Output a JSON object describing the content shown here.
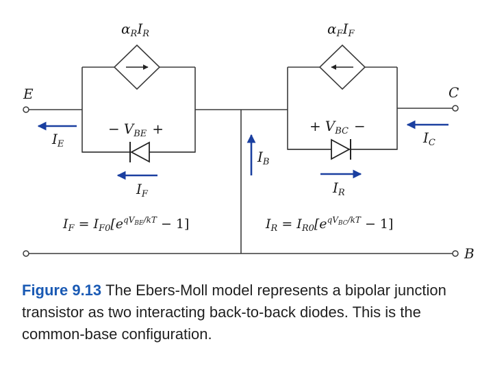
{
  "diagram": {
    "terminals": {
      "emitter": "E",
      "collector": "C",
      "base": "B"
    },
    "sources": {
      "left": {
        "label_main": "α",
        "label_sub": "R",
        "label_main2": "I",
        "label_sub2": "R"
      },
      "right": {
        "label_main": "α",
        "label_sub": "F",
        "label_main2": "I",
        "label_sub2": "F"
      }
    },
    "diodes": {
      "left": {
        "voltage_label": "V",
        "voltage_sub": "BE",
        "minus": "−",
        "plus": "+"
      },
      "right": {
        "voltage_label": "V",
        "voltage_sub": "BC",
        "minus": "−",
        "plus": "+"
      }
    },
    "currents": {
      "ie": {
        "main": "I",
        "sub": "E"
      },
      "ic": {
        "main": "I",
        "sub": "C"
      },
      "ib": {
        "main": "I",
        "sub": "B"
      },
      "if": {
        "main": "I",
        "sub": "F"
      },
      "ir": {
        "main": "I",
        "sub": "R"
      }
    },
    "equations": {
      "left": {
        "lhs": "I",
        "lhs_sub": "F",
        "eq": " = I",
        "sat_sub": "F0",
        "open": "[e",
        "exp": "qV",
        "exp_sub": "BE",
        "exp_tail": "/kT",
        "close": " − 1]"
      },
      "right": {
        "lhs": "I",
        "lhs_sub": "R",
        "eq": " = I",
        "sat_sub": "R0",
        "open": "[e",
        "exp": "qV",
        "exp_sub": "BC",
        "exp_tail": "/kT",
        "close": " − 1]"
      }
    },
    "colors": {
      "arrow": "#1a3fa0",
      "wire": "#3a3a3a",
      "caption_accent": "#1a5ab4"
    }
  },
  "caption": {
    "figure_label": "Figure 9.13",
    "text": "The Ebers-Moll model represents a bipolar junction transistor as two interacting back-to-back diodes. This is the common-base configuration."
  }
}
